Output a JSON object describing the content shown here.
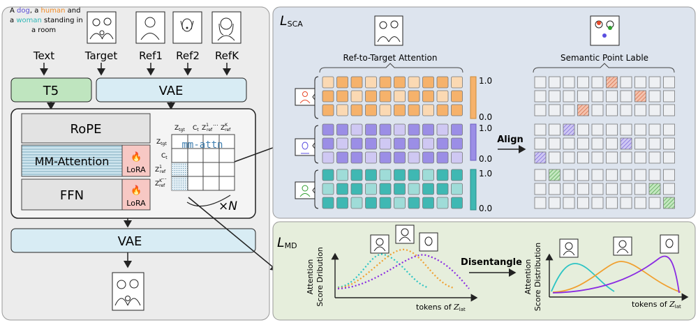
{
  "left": {
    "caption": {
      "pre": "A ",
      "dog": "dog",
      "mid1": ", a ",
      "human": "human",
      "mid2": " and",
      "line2_pre": "a ",
      "woman": "woman",
      "line2_post": " standing in",
      "line3": "a room"
    },
    "inputs": [
      "Text",
      "Target",
      "Ref1",
      "Ref2",
      "RefK"
    ],
    "t5": "T5",
    "vae_top": "VAE",
    "rope": "RoPE",
    "mm_attention": "MM-Attention",
    "lora": "LoRA",
    "ffn": "FFN",
    "times_n": "×N",
    "vae_bottom": "VAE",
    "matrix": {
      "cols": [
        "Z",
        "C",
        "Z",
        "Z"
      ],
      "col_sub": [
        "tgt",
        "t",
        "ref",
        "ref"
      ],
      "col_sup": [
        "",
        "",
        "1",
        "K"
      ],
      "rows": [
        "Z",
        "C",
        "Z",
        "Z"
      ],
      "row_sub": [
        "tgt",
        "t",
        "ref",
        "ref"
      ],
      "row_sup": [
        "",
        "",
        "1",
        "K"
      ],
      "label": "mm-attn",
      "dots": "..."
    }
  },
  "sca": {
    "title_main": "L",
    "title_sub": "SCA",
    "left_title": "Ref-to-Target Attention",
    "right_title": "Semantic Point Lable",
    "align": "Align",
    "scale": [
      "1.0",
      "0.0",
      "1.0",
      "0.0",
      "1.0",
      "0.0"
    ],
    "colors": {
      "orange": "#f6b26b",
      "purple": "#9b8ee6",
      "teal": "#3fb8b3"
    }
  },
  "md": {
    "title_main": "L",
    "title_sub": "MD",
    "disentangle": "Disentangle",
    "left_ylabel": [
      "Attention",
      "Score Dribution"
    ],
    "right_ylabel": [
      "Attention",
      "Score Distribution"
    ],
    "xlabel_pre": "tokens of ",
    "xlabel_var": "Z",
    "xlabel_sub": "lat",
    "colors": {
      "teal": "#2cc4c4",
      "orange": "#f0a030",
      "purple": "#8a2be2"
    }
  }
}
